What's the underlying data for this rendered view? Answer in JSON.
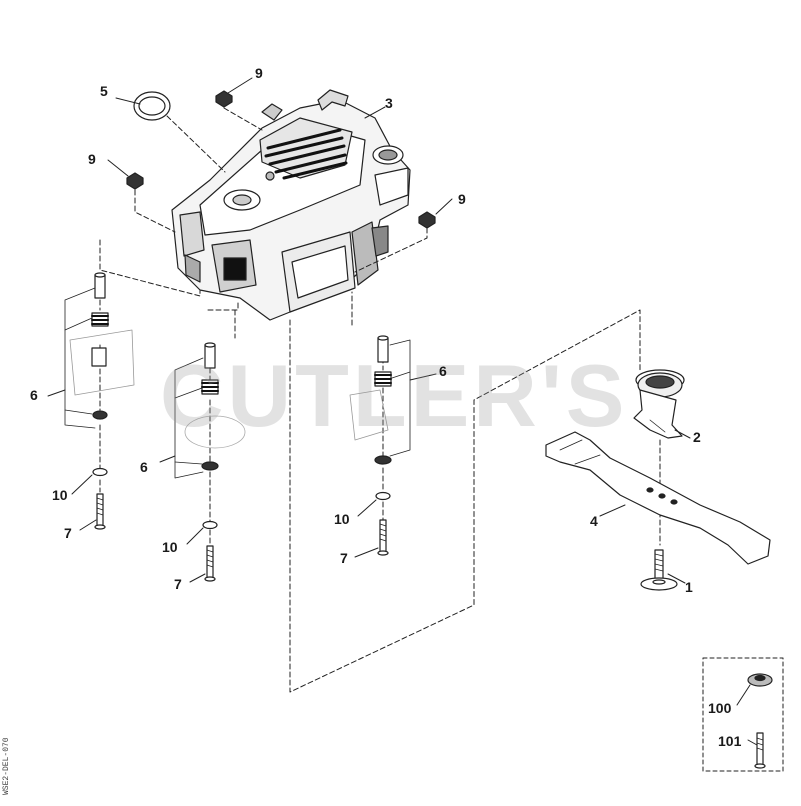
{
  "watermark": "CUTLER'S",
  "drawing_code": "WSE2-DEL-070",
  "callouts": {
    "c1": "1",
    "c2": "2",
    "c3": "3",
    "c4": "4",
    "c5": "5",
    "c6a": "6",
    "c6b": "6",
    "c6c": "6",
    "c7a": "7",
    "c7b": "7",
    "c7c": "7",
    "c9a": "9",
    "c9b": "9",
    "c9c": "9",
    "c10a": "10",
    "c10b": "10",
    "c10c": "10",
    "c100": "100",
    "c101": "101"
  }
}
